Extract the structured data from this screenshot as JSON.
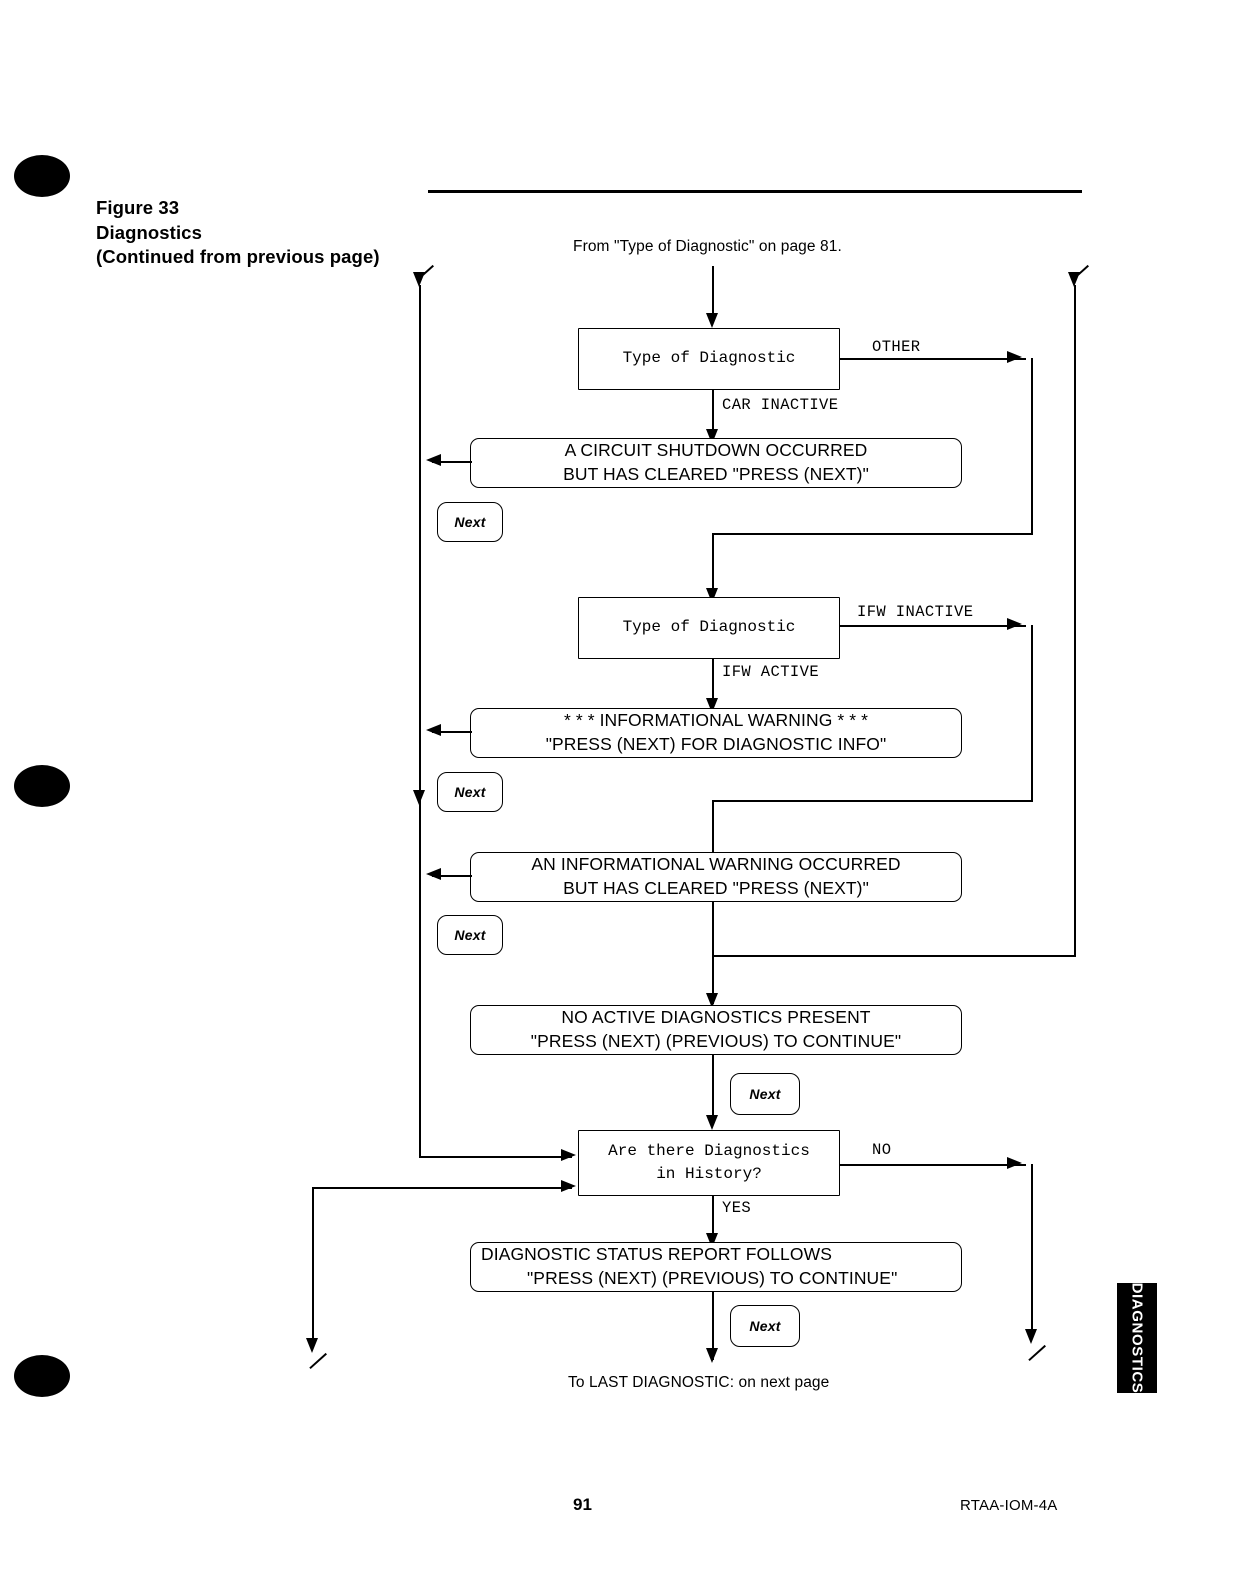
{
  "figure": {
    "number": "Figure 33",
    "name": "Diagnostics",
    "continued": "(Continued from previous page)"
  },
  "entry_note": "From \"Type of Diagnostic\" on page 81.",
  "exit_note": "To LAST DIAGNOSTIC: on next page",
  "nodes": {
    "decision_type1": {
      "line1": "Type of Diagnostic"
    },
    "msg_circuit_shutdown": {
      "line1": "A CIRCUIT SHUTDOWN OCCURRED",
      "line2": "BUT HAS CLEARED \"PRESS (NEXT)\""
    },
    "decision_type2": {
      "line1": "Type of Diagnostic"
    },
    "msg_info_warning": {
      "line1": "* * * INFORMATIONAL WARNING * * *",
      "line2": "\"PRESS (NEXT) FOR DIAGNOSTIC INFO\""
    },
    "msg_info_warning_cleared": {
      "line1": "AN INFORMATIONAL WARNING OCCURRED",
      "line2": "BUT HAS CLEARED \"PRESS (NEXT)\""
    },
    "msg_no_active": {
      "line1": "NO ACTIVE DIAGNOSTICS PRESENT",
      "line2": "\"PRESS (NEXT) (PREVIOUS) TO CONTINUE\""
    },
    "decision_history": {
      "line1": "Are there Diagnostics",
      "line2": "in History?"
    },
    "msg_status_report": {
      "line1": "DIAGNOSTIC STATUS REPORT FOLLOWS",
      "line2": "\"PRESS (NEXT) (PREVIOUS) TO CONTINUE\""
    }
  },
  "edge_labels": {
    "other": "OTHER",
    "car_inactive": "CAR INACTIVE",
    "ifw_inactive": "IFW INACTIVE",
    "ifw_active": "IFW ACTIVE",
    "no": "NO",
    "yes": "YES"
  },
  "keys": {
    "next": "Next"
  },
  "side_tab": {
    "label": "DIAGNOSTICS"
  },
  "footer": {
    "page_number": "91",
    "document_code": "RTAA-IOM-4A"
  },
  "colors": {
    "ink": "#000000",
    "paper": "#ffffff"
  }
}
